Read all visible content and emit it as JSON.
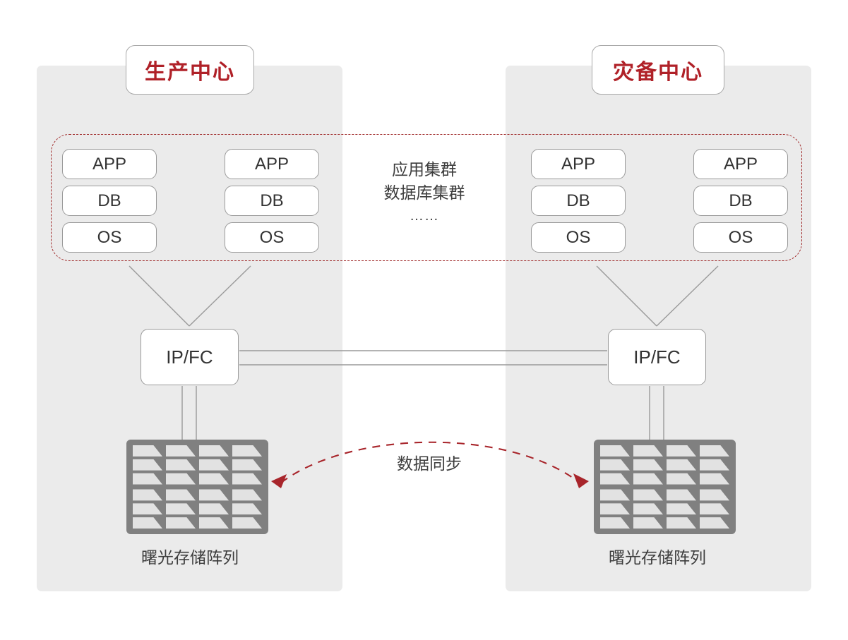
{
  "diagram": {
    "left_site": {
      "title": "生产中心",
      "stacks": [
        {
          "items": [
            "APP",
            "DB",
            "OS"
          ]
        },
        {
          "items": [
            "APP",
            "DB",
            "OS"
          ]
        }
      ],
      "switch_label": "IP/FC",
      "storage_caption": "曙光存储阵列"
    },
    "right_site": {
      "title": "灾备中心",
      "stacks": [
        {
          "items": [
            "APP",
            "DB",
            "OS"
          ]
        },
        {
          "items": [
            "APP",
            "DB",
            "OS"
          ]
        }
      ],
      "switch_label": "IP/FC",
      "storage_caption": "曙光存储阵列"
    },
    "center": {
      "line1": "应用集群",
      "line2": "数据库集群",
      "line3": "……"
    },
    "sync": {
      "label": "数据同步"
    },
    "colors": {
      "accent_red": "#b02128",
      "dashed_red": "#a02b2b",
      "panel_gray": "#ebebeb",
      "line_gray": "#9a9a9a",
      "storage_gray": "#808080",
      "text_dark": "#3d3d3d"
    }
  }
}
